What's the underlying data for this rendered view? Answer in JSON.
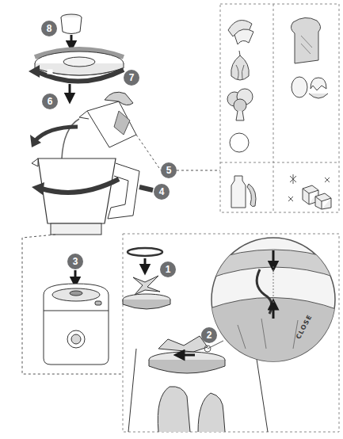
{
  "diagram": {
    "labels": [
      "8",
      "7",
      "6",
      "5",
      "4",
      "3",
      "1",
      "2",
      "CLOSE"
    ]
  }
}
